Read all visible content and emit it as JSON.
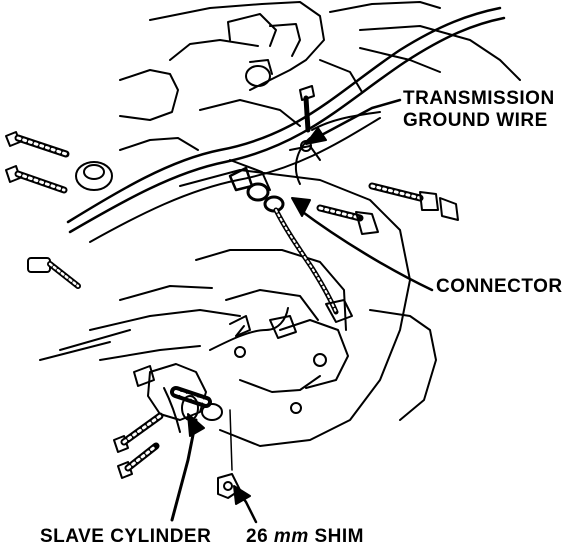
{
  "labels": {
    "transmission_ground_wire_line1": "TRANSMISSION",
    "transmission_ground_wire_line2": "GROUND WIRE",
    "connector": "CONNECTOR",
    "slave_cylinder": "SLAVE CYLINDER",
    "shim_value": "26",
    "shim_unit": "mm",
    "shim_word": "SHIM"
  },
  "colors": {
    "ink": "#000000",
    "paper": "#ffffff"
  }
}
